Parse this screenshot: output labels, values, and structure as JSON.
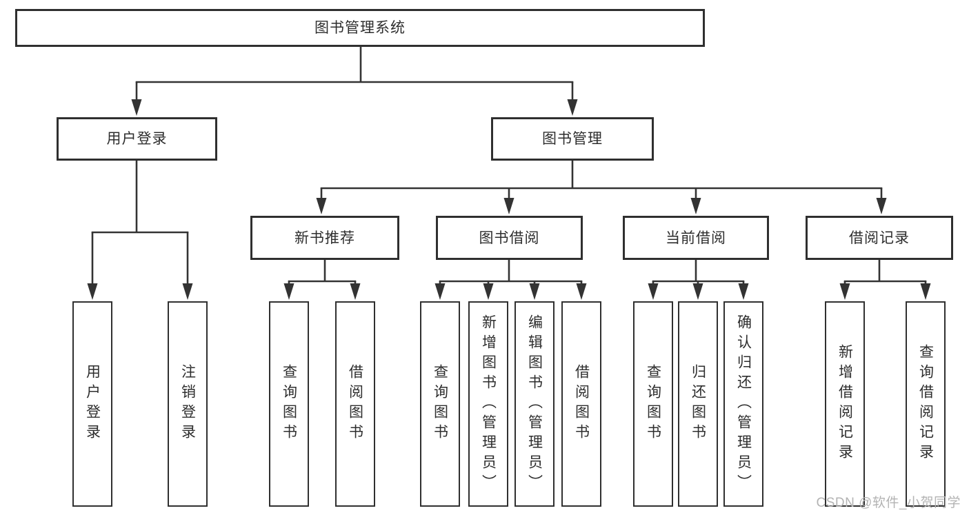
{
  "diagram": {
    "root": "图书管理系统",
    "user_branch": {
      "label": "用户登录",
      "children": [
        "用户登录",
        "注销登录"
      ]
    },
    "mgmt_branch": {
      "label": "图书管理",
      "sections": [
        {
          "label": "新书推荐",
          "children": [
            "查询图书",
            "借阅图书"
          ]
        },
        {
          "label": "图书借阅",
          "children": [
            "查询图书",
            "新增图书（管理员）",
            "编辑图书（管理员）",
            "借阅图书"
          ]
        },
        {
          "label": "当前借阅",
          "children": [
            "查询图书",
            "归还图书",
            "确认归还（管理员）"
          ]
        },
        {
          "label": "借阅记录",
          "children": [
            "新增借阅记录",
            "查询借阅记录"
          ]
        }
      ]
    }
  },
  "watermark": "CSDN @软件_小贺同学",
  "colors": {
    "line": "#333333",
    "box_border": "#2f2f2f",
    "text": "#2d2d2d",
    "watermark": "#b3b3b3",
    "background": "#ffffff"
  }
}
